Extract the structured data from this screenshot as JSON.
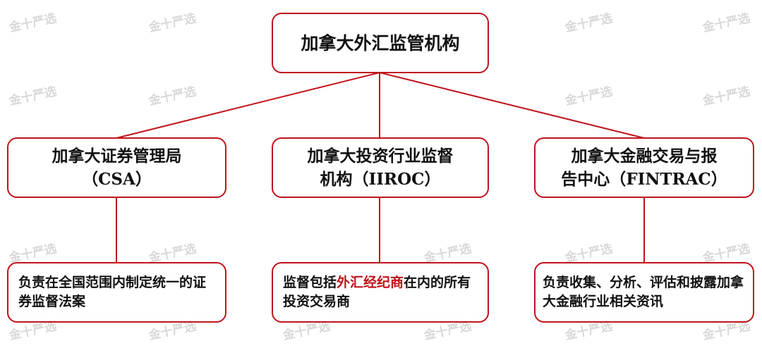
{
  "watermark": "金十严选",
  "colors": {
    "accent": "#c0141c",
    "text": "#111111"
  },
  "root": {
    "title": "加拿大外汇监管机构"
  },
  "agencies": [
    {
      "title_line1": "加拿大证券管理局",
      "title_line2": "（CSA）",
      "desc": "负责在全国范围内制定统一的证券监督法案"
    },
    {
      "title_line1": "加拿大投资行业监督",
      "title_line2": "机构（IIROC）",
      "desc_before": "监督包括",
      "desc_highlight": "外汇经纪商",
      "desc_after": "在内的所有投资交易商"
    },
    {
      "title_line1": "加拿大金融交易与报",
      "title_line2": "告中心（FINTRAC）",
      "desc": "负责收集、分析、评估和披露加拿大金融行业相关资讯"
    }
  ]
}
